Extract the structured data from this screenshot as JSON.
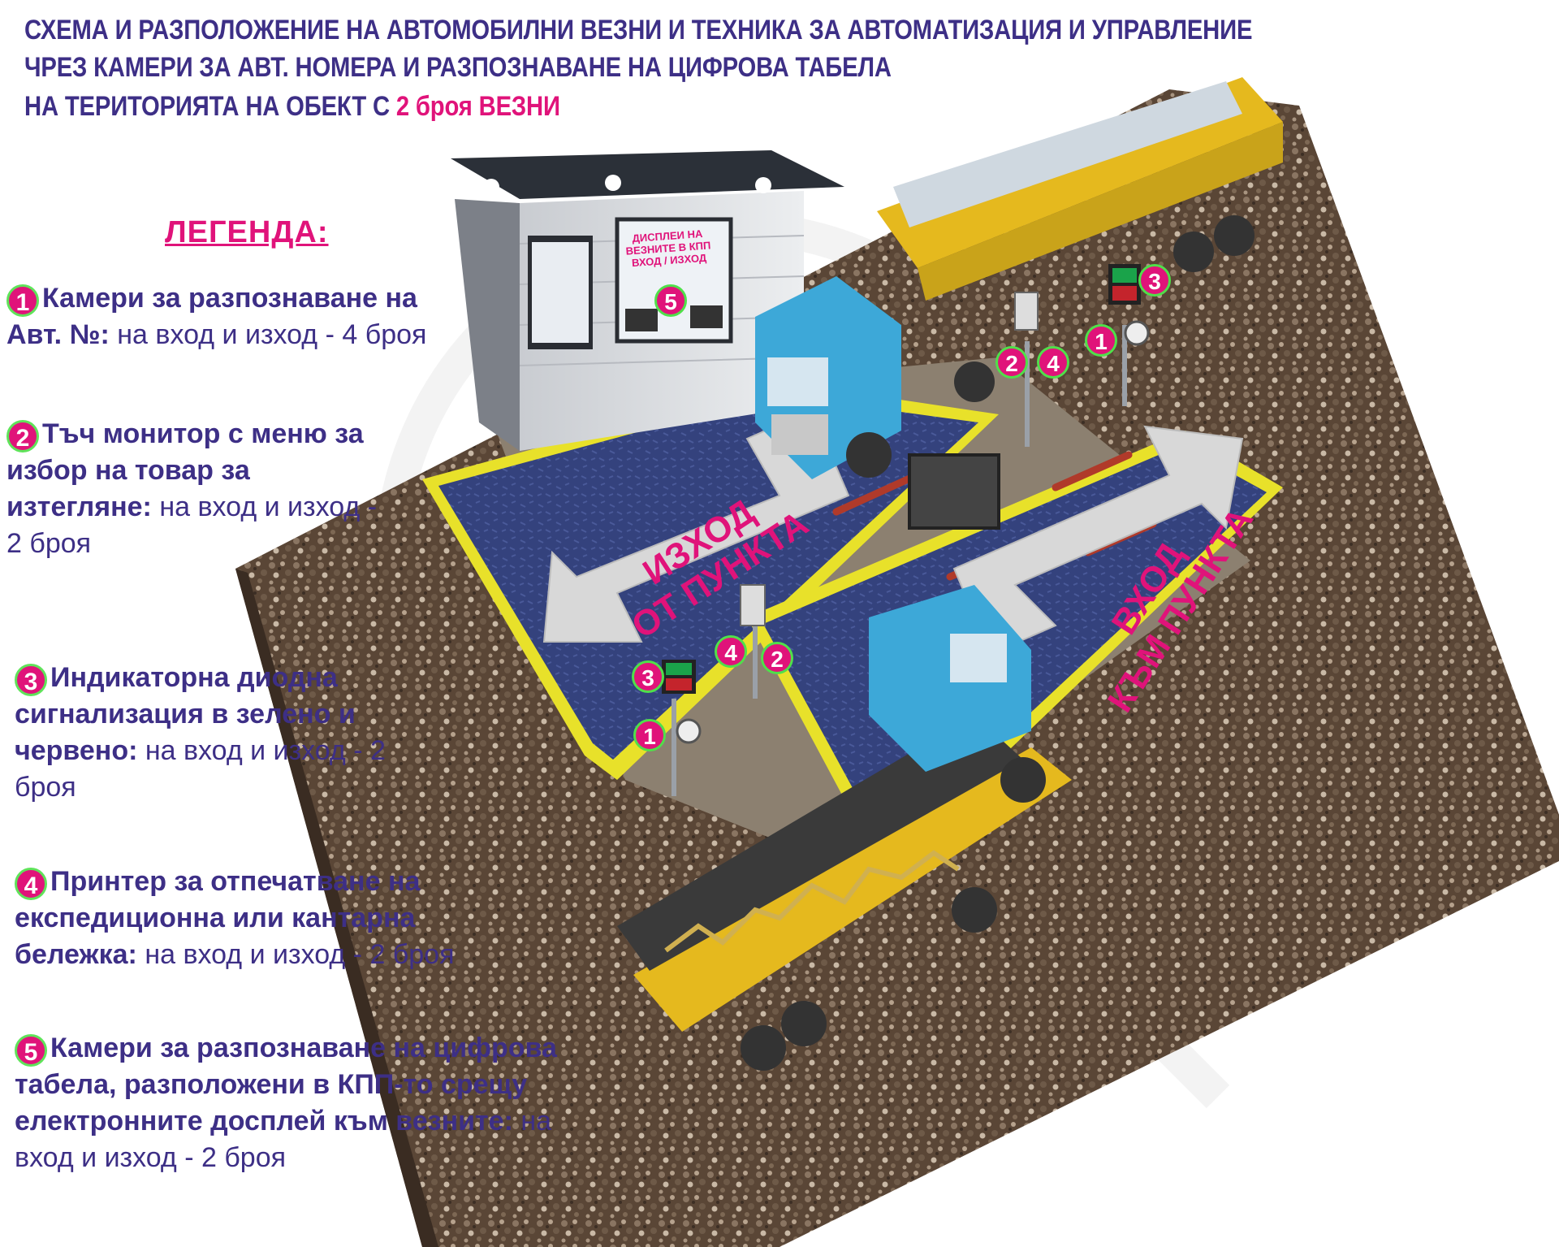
{
  "header": {
    "line1": "СХЕМА И РАЗПОЛОЖЕНИЕ НА АВТОМОБИЛНИ ВЕЗНИ  И ТЕХНИКА ЗА АВТОМАТИЗАЦИЯ И УПРАВЛЕНИЕ",
    "line2": "ЧРЕЗ КАМЕРИ ЗА АВТ. НОМЕРА И РАЗПОЗНАВАНЕ НА ЦИФРОВА ТАБЕЛА",
    "line3_prefix": "НА ТЕРИТОРИЯТА НА ОБЕКТ С ",
    "line3_highlight": "2 броя ВЕЗНИ"
  },
  "legend": {
    "title": "ЛЕГЕНДА:",
    "items": [
      {
        "num": "1",
        "bold": "Камери за разпознаване на Авт. №:",
        "rest": "на вход и изход - 4 броя"
      },
      {
        "num": "2",
        "bold": "Тъч монитор с меню за избор на товар за изтегляне:",
        "rest": "на вход и изход - 2 броя"
      },
      {
        "num": "3",
        "bold": "Индикаторна диодна сигнализация в зелено и червено:",
        "rest": "на вход и изход - 2 броя"
      },
      {
        "num": "4",
        "bold": "Принтер за отпечатване на експедиционна или кантарна бележка:",
        "rest": "на вход и изход - 2 броя"
      },
      {
        "num": "5",
        "bold": "Камери за разпознаване на цифрова табела, разположени в КПП-то срещу електронните досплей към везните:",
        "rest": "на вход и изход - 2 броя"
      }
    ]
  },
  "kiosk": {
    "label": "ДИСПЛЕИ НА ВЕЗНИТЕ В КПП ВХОД / ИЗХОД"
  },
  "arrows": {
    "exit_line1": "ИЗХОД",
    "exit_line2": "ОТ ПУНКТА",
    "entry_line1": "ВХОД",
    "entry_line2": "КЪМ ПУНКТА"
  },
  "markers": {
    "m1": "1",
    "m2": "2",
    "m3": "3",
    "m4": "4",
    "m5": "5"
  },
  "colors": {
    "title": "#3d2f86",
    "accent": "#e0137a",
    "marker_ring": "#4fe04a",
    "scale_plate": "#2f3e78",
    "yellow_edge": "#e8e12a",
    "gravel": "#4a3a2e"
  }
}
